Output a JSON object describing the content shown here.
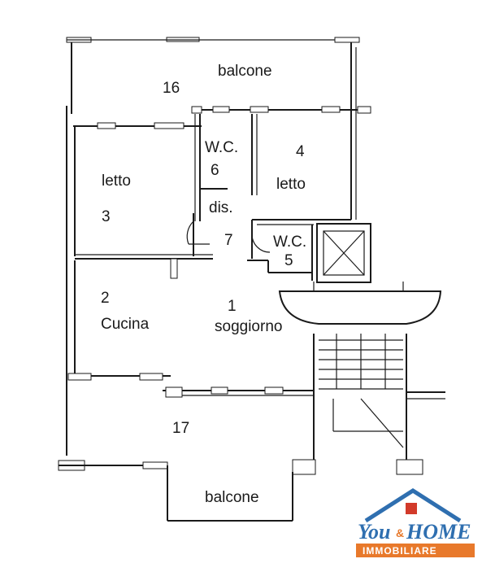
{
  "rooms": {
    "balcone_top": {
      "label": "balcone",
      "number": "16"
    },
    "letto_3": {
      "label": "letto",
      "number": "3"
    },
    "wc_6": {
      "label": "W.C.",
      "number": "6"
    },
    "letto_4": {
      "label": "letto",
      "number": "4"
    },
    "dis_7": {
      "label": "dis.",
      "number": "7"
    },
    "wc_5": {
      "label": "W.C.",
      "number": "5"
    },
    "cucina_2": {
      "label": "Cucina",
      "number": "2"
    },
    "soggiorno_1": {
      "label": "soggiorno",
      "number": "1"
    },
    "balcone_bottom": {
      "label": "balcone",
      "number": "17"
    }
  },
  "logo": {
    "you": "You",
    "amp": "&",
    "home": "HOME",
    "subtitle": "IMMOBILIARE",
    "colors": {
      "blue": "#2f6fb0",
      "orange": "#e8792b",
      "red": "#d23a2a"
    }
  }
}
